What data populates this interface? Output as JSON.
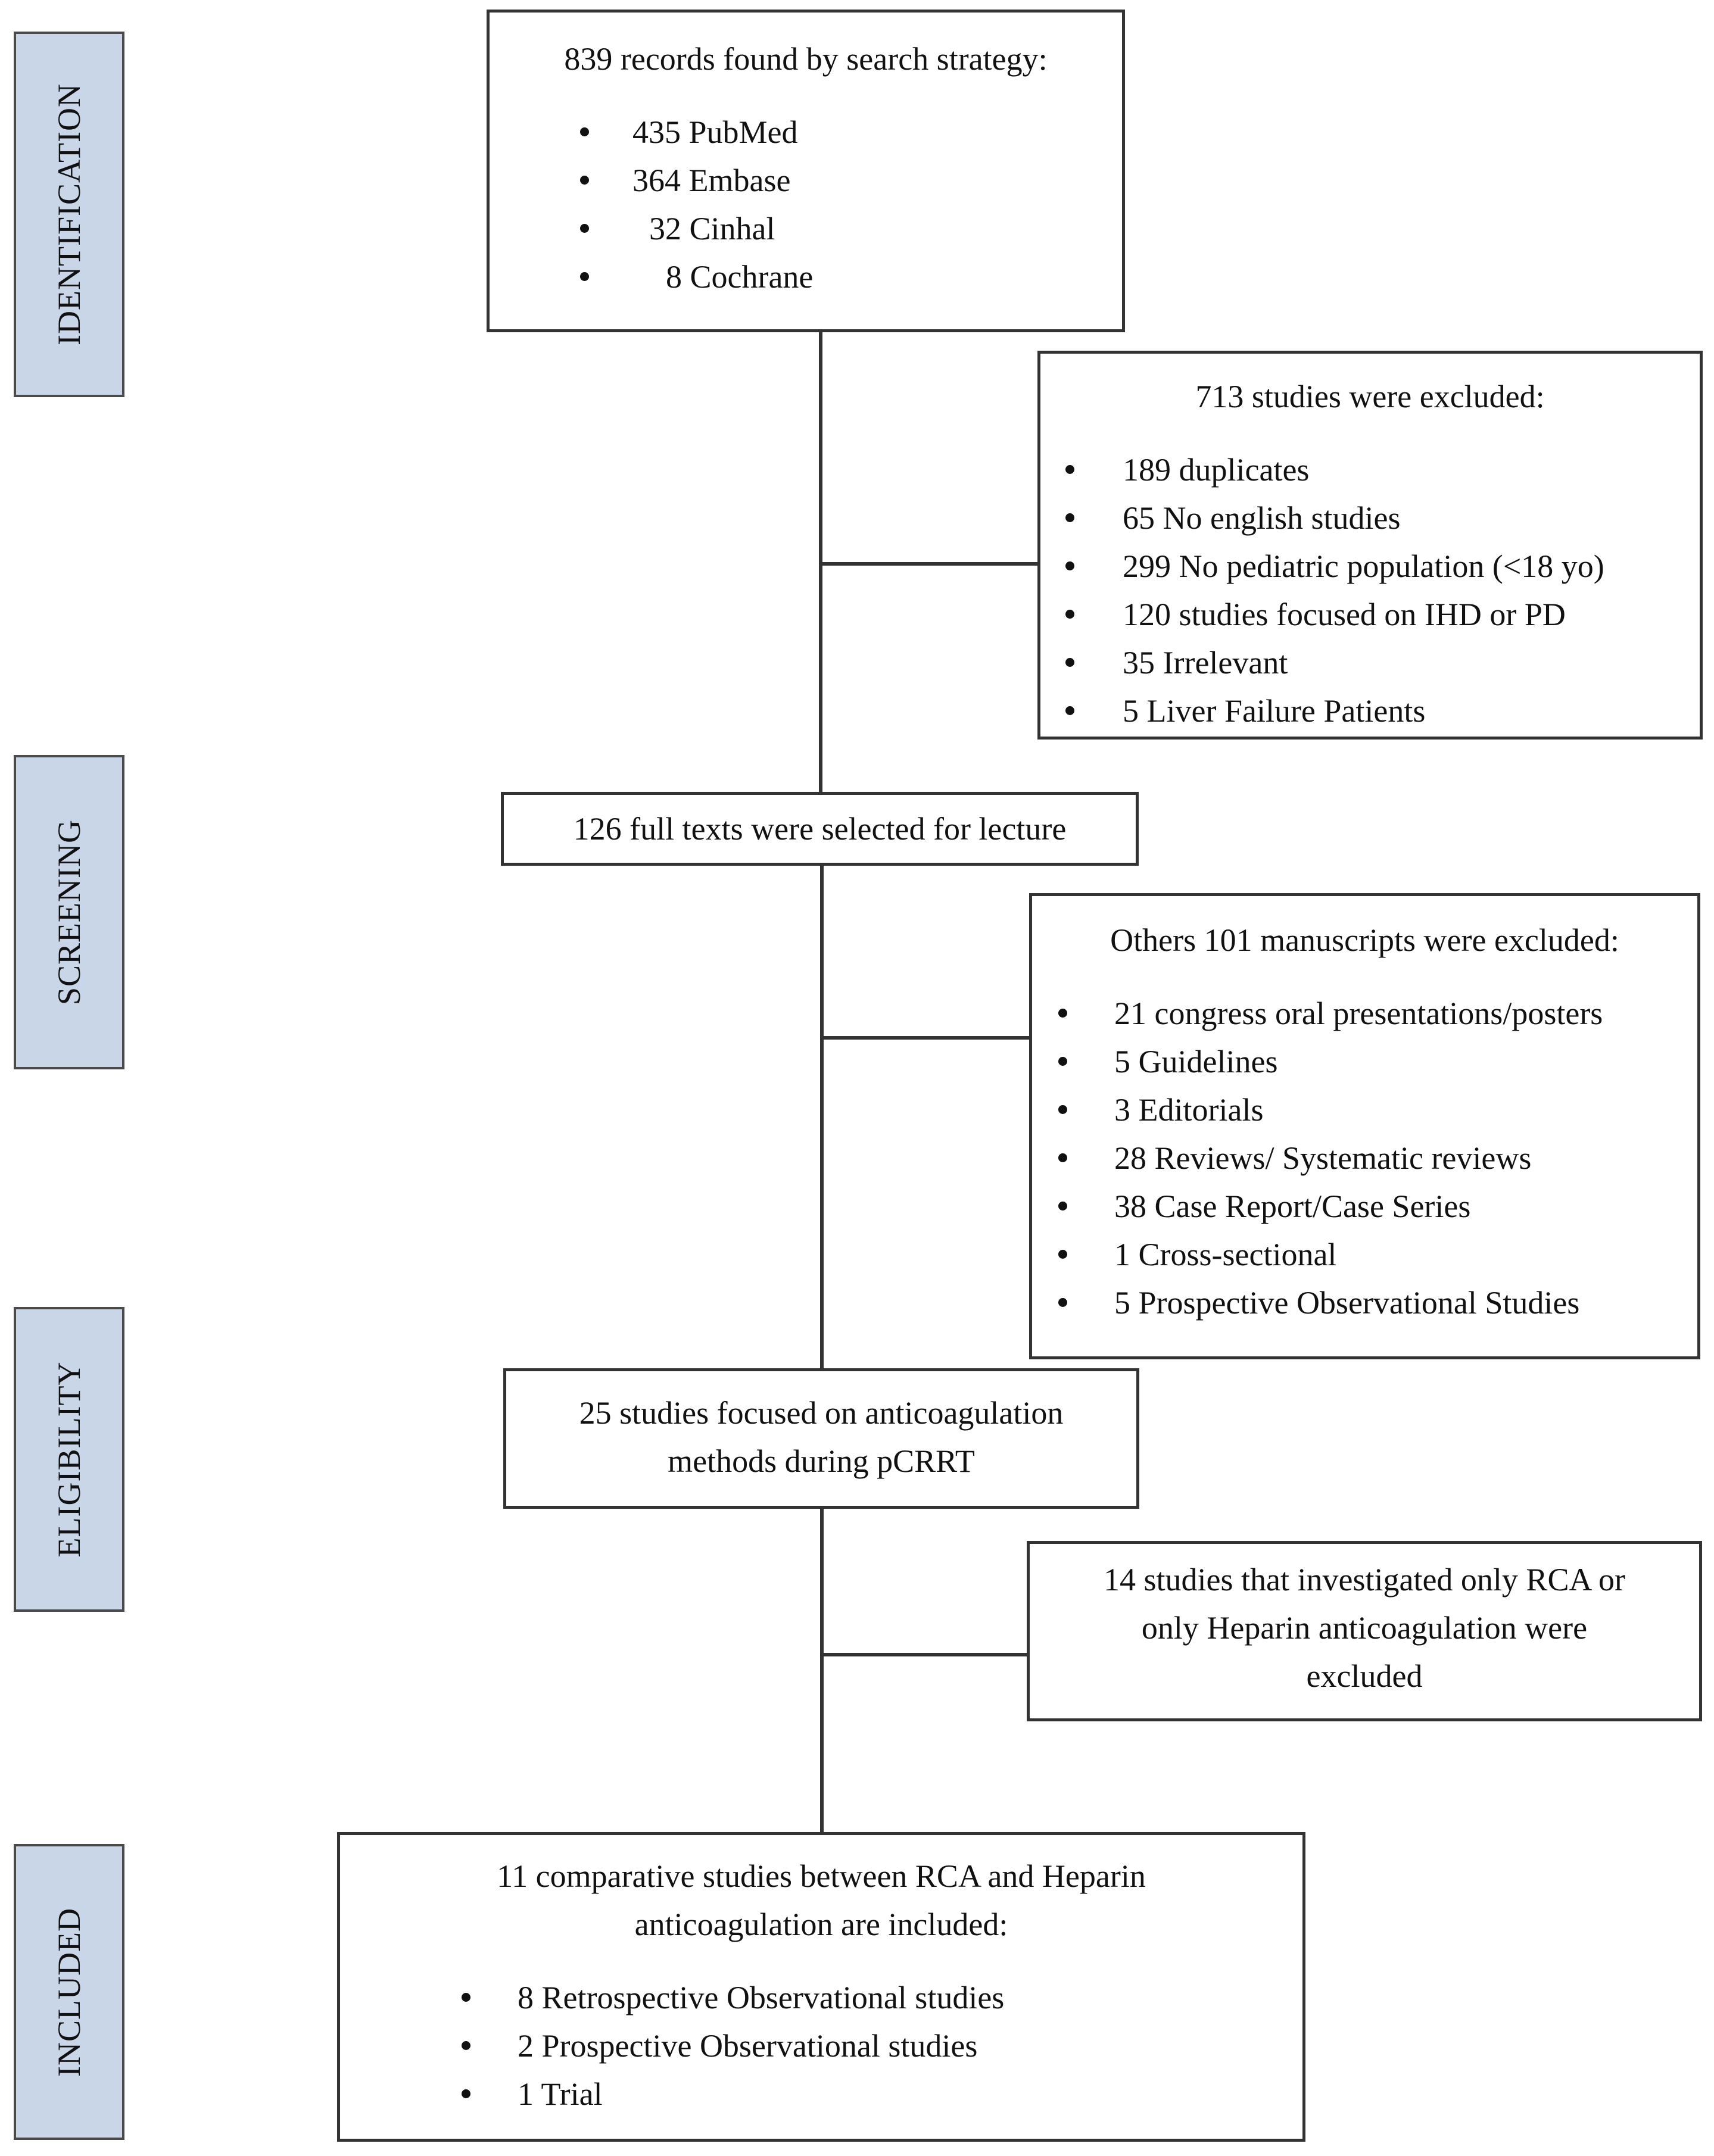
{
  "stages": {
    "identification": "IDENTIFICATION",
    "screening": "SCREENING",
    "eligibility": "ELIGIBILITY",
    "included": "INCLUDED"
  },
  "records": {
    "title": "839 records found by search strategy:",
    "items": [
      "435 PubMed",
      "364 Embase",
      "32 Cinhal",
      "8 Cochrane"
    ]
  },
  "excluded_first": {
    "title": "713 studies were excluded:",
    "items": [
      "189 duplicates",
      "65 No english studies",
      "299 No pediatric population (<18 yo)",
      "120 studies focused on IHD or PD",
      "35 Irrelevant",
      "5 Liver Failure Patients"
    ]
  },
  "full_texts": {
    "title": "126 full texts were selected for lecture"
  },
  "excluded_second": {
    "title": "Others 101 manuscripts were excluded:",
    "items": [
      "21 congress oral presentations/posters",
      "5 Guidelines",
      "3 Editorials",
      "28 Reviews/ Systematic reviews",
      "38 Case Report/Case Series",
      "1 Cross-sectional",
      "5 Prospective Observational Studies"
    ]
  },
  "eligible": {
    "line1": "25 studies focused on anticoagulation",
    "line2": "methods during pCRRT"
  },
  "excluded_third": {
    "line1": "14 studies that investigated only RCA or",
    "line2": "only Heparin anticoagulation were",
    "line3": "excluded"
  },
  "included": {
    "line1": "11 comparative studies between RCA and Heparin",
    "line2": "anticoagulation are included:",
    "items": [
      "8 Retrospective Observational studies",
      "2 Prospective Observational studies",
      "1 Trial"
    ]
  }
}
